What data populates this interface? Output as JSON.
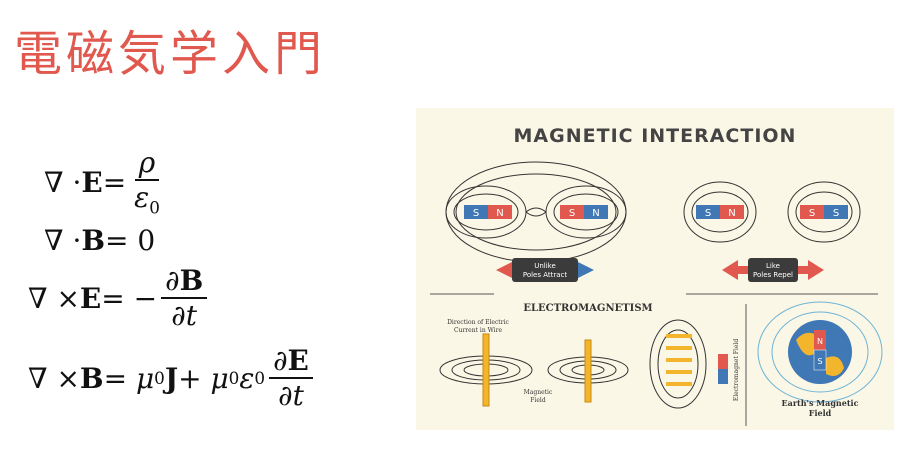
{
  "title": "電磁気学入門",
  "equations": {
    "eq1": {
      "lhs": "∇ · ",
      "lhs_bold": "E",
      "eq": " = ",
      "num": "ρ",
      "den": "ε",
      "den_sub": "0"
    },
    "eq2": {
      "lhs": "∇ · ",
      "lhs_bold": "B",
      "rhs": " = 0"
    },
    "eq3": {
      "lhs": "∇ × ",
      "lhs_bold": "E",
      "eq": " = −",
      "num_pre": "∂",
      "num_bold": "B",
      "den": "∂t"
    },
    "eq4": {
      "lhs": "∇ × ",
      "lhs_bold": "B",
      "eq": " = μ",
      "mu_sub": "0",
      "J": "J",
      "plus": " + μ",
      "mu2_sub": "0",
      "eps": "ε",
      "eps_sub": "0",
      "num_pre": "∂",
      "num_bold": "E",
      "den": "∂t"
    }
  },
  "figure": {
    "heading": "MAGNETIC INTERACTION",
    "magnet_n": "N",
    "magnet_s": "S",
    "unlike_label_1": "Unlike",
    "unlike_label_2": "Poles Attract",
    "like_label_1": "Like",
    "like_label_2": "Poles Repel",
    "section2": "ELECTROMAGNETISM",
    "wire_label_1": "Direction of Electric",
    "wire_label_2": "Current in Wire",
    "field_label_1": "Magnetic",
    "field_label_2": "Field",
    "battery_label": "Electromagnet Field",
    "earth_label_1": "Earth's Magnetic",
    "earth_label_2": "Field"
  },
  "colors": {
    "title": "#e0584e",
    "magnet_red": "#e0584e",
    "magnet_blue": "#3f78b5",
    "wire": "#f2b52b",
    "figure_bg": "#fbf7e6"
  }
}
